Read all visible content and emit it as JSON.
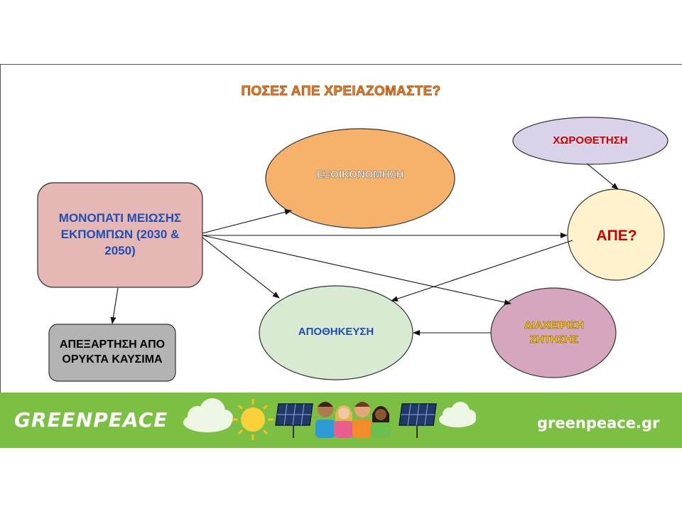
{
  "title": "ΠΟΣΕΣ ΑΠΕ ΧΡΕΙΑΖΟΜΑΣΤΕ?",
  "nodes": {
    "monopati": "ΜΟΝΟΠΑΤΙ ΜΕΙΩΣΗΣ ΕΚΠΟΜΠΩΝ (2030 & 2050)",
    "apexartisi": "ΑΠΕΞΑΡΤΗΣΗ ΑΠΟ ΟΡΥΚΤΑ ΚΑΥΣΙΜΑ",
    "exoikonomisi": "ΕΞΟΙΚΟΝΟΜΗΣΗ",
    "chorothetisi": "ΧΩΡΟΘΕΤΗΣΗ",
    "ape": "ΑΠΕ?",
    "apothikeusi": "ΑΠΟΘΗΚΕΥΣΗ",
    "diacheirisi": "ΔΙΑΧΕΙΡΙΣΗ ΖΗΤΗΣΗΣ"
  },
  "footer": {
    "brand": "GREENPEACE",
    "url": "greenpeace.gr"
  },
  "colors": {
    "title": "#f07a1e",
    "footer_bg": "#7bc043",
    "monopati_fill": "#e6b8b5",
    "apexartisi_fill": "#b3b3b3",
    "exoikonomisi_fill": "#f6b26b",
    "chorothetisi_fill": "#d9d2e9",
    "ape_fill": "#fff2cc",
    "apothikeusi_fill": "#d9ead3",
    "diacheirisi_fill": "#d5a6bd",
    "node_blue_text": "#1f4fb5",
    "node_red_text": "#cc0000",
    "node_yellow_text": "#ffd700"
  },
  "icons": [
    "cloud-icon",
    "sun-icon",
    "solar-panel-icon",
    "people-icon"
  ]
}
